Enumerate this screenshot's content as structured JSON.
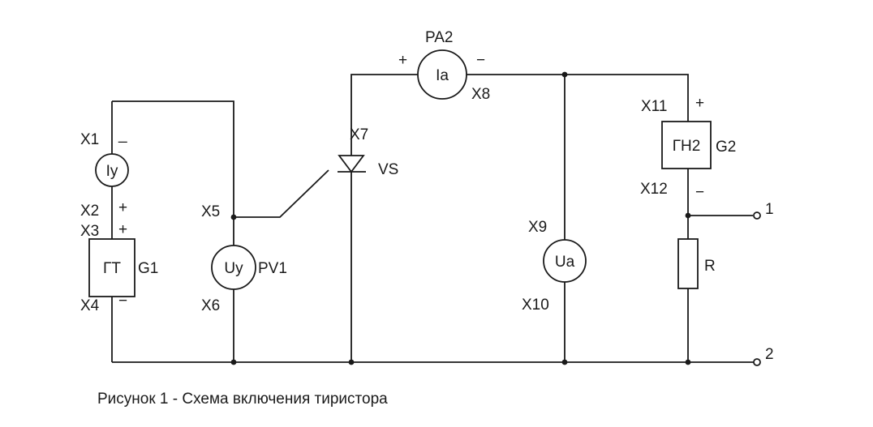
{
  "labels": {
    "x1": "X1",
    "x2": "X2",
    "x3": "X3",
    "x4": "X4",
    "x5": "X5",
    "x6": "X6",
    "x7": "X7",
    "x8": "X8",
    "x9": "X9",
    "x10": "X10",
    "x11": "X11",
    "x12": "X12",
    "pa2": "PA2",
    "pv1": "PV1",
    "g1": "G1",
    "g2": "G2",
    "vs": "VS"
  },
  "meters": {
    "iy": "Iy",
    "uy": "Uy",
    "ia": "Ia",
    "ua": "Ua"
  },
  "blocks": {
    "gt": "ГТ",
    "gn2": "ГН2",
    "r": "R"
  },
  "terminals": {
    "t1": "1",
    "t2": "2"
  },
  "signs": {
    "plus": "+",
    "minus": "−",
    "dash": "_"
  },
  "caption": "Рисунок 1 - Схема включения тиристора"
}
